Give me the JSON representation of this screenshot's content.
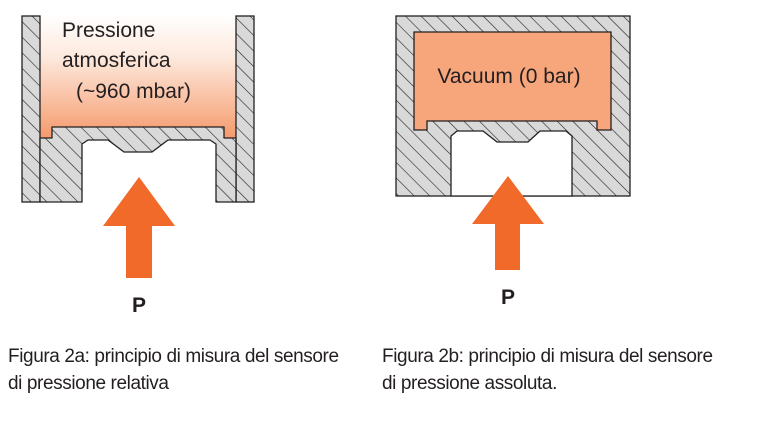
{
  "figure_a": {
    "chamber_label_lines": [
      "Pressione",
      "atmosferica",
      "(~960 mbar)"
    ],
    "arrow_label": "P",
    "caption_lines": [
      "Figura 2a: principio di misura del sensore",
      "di pressione relativa"
    ]
  },
  "figure_b": {
    "chamber_label": "Vacuum (0 bar)",
    "arrow_label": "P",
    "caption_lines": [
      "Figura 2b: principio di misura del sensore",
      "di pressione assoluta."
    ]
  },
  "colors": {
    "housing_fill": "#d9d9d9",
    "hatch_stroke": "#231f20",
    "vacuum_fill": "#f7a57a",
    "gradient_top": "#ffffff",
    "gradient_bottom": "#f59a6c",
    "arrow_fill": "#f26a2a"
  }
}
